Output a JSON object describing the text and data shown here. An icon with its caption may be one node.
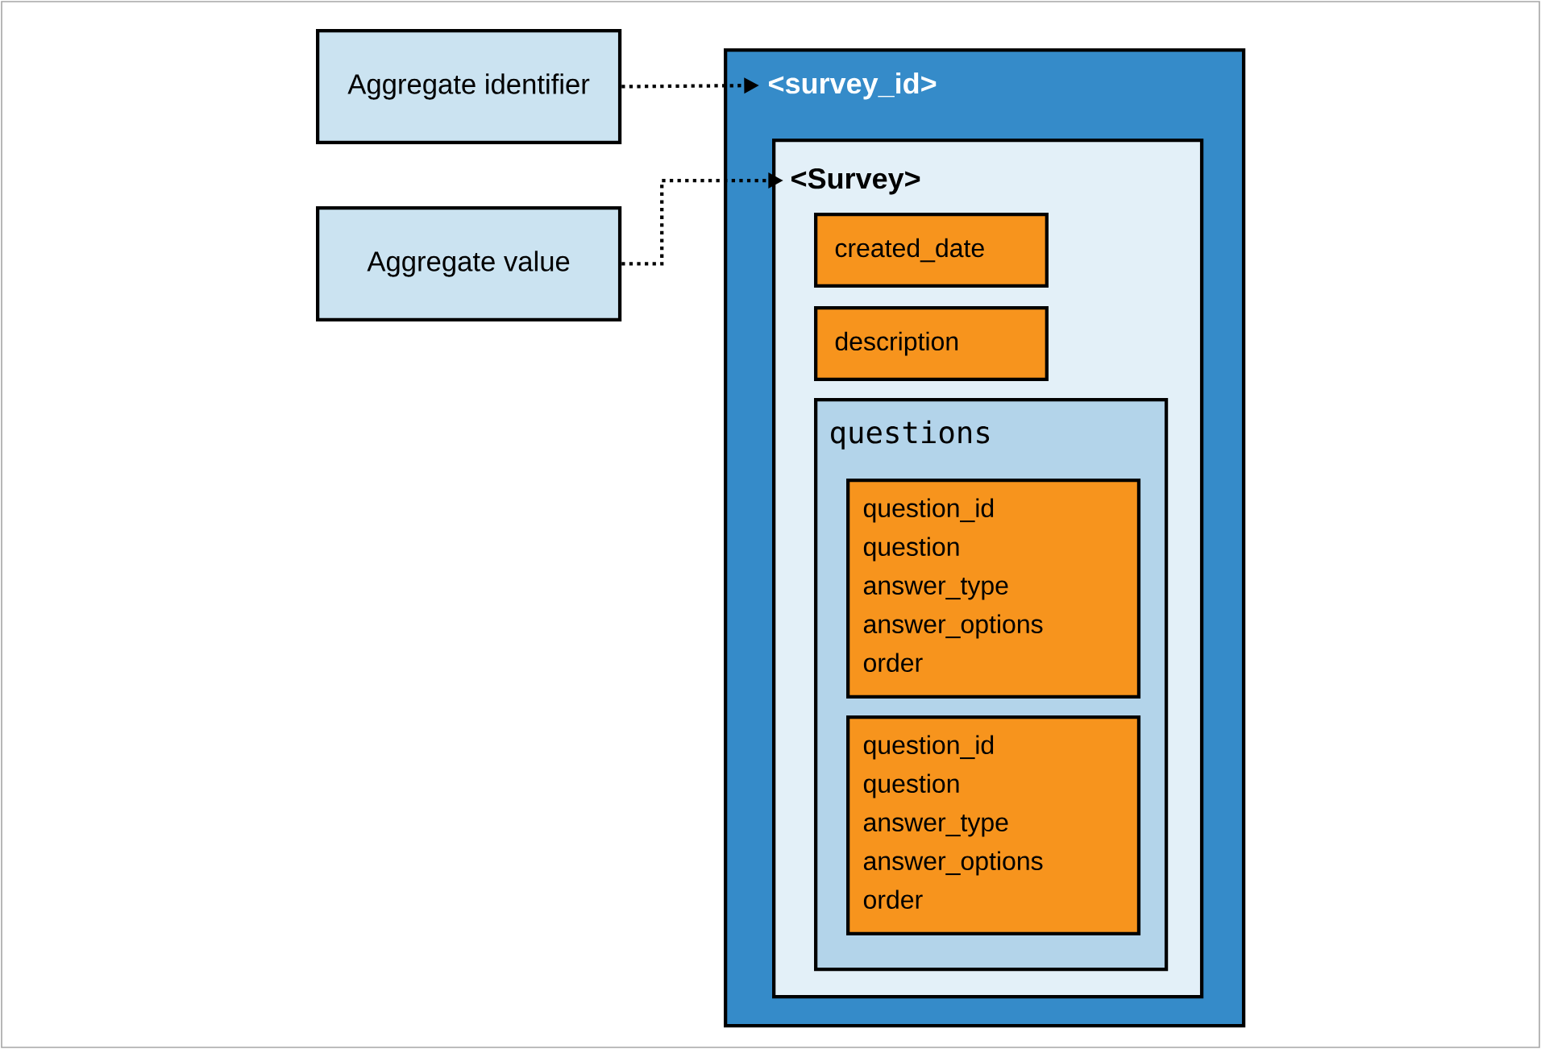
{
  "diagram": {
    "nodes": [
      {
        "text": [
          "Aggregate identifier"
        ]
      },
      {
        "text": [
          "Aggregate value"
        ]
      },
      {
        "text": [
          "<survey_id>"
        ]
      },
      {
        "text": [
          "<Survey>"
        ],
        "in": 2
      },
      {
        "text": [
          "created_date"
        ],
        "in": 3
      },
      {
        "text": [
          "description"
        ],
        "in": 3
      },
      {
        "text": [
          "questions"
        ],
        "in": 3
      },
      {
        "text": [
          "question_id question answer_type answer_options order"
        ],
        "in": 6
      },
      {
        "text": [
          "question_id question answer_type answer_options order"
        ],
        "in": 6
      }
    ],
    "edges": [
      {
        "from": 0,
        "to": 2,
        "arrow": "to"
      },
      {
        "from": 1,
        "to": 3,
        "arrow": "to"
      }
    ]
  }
}
